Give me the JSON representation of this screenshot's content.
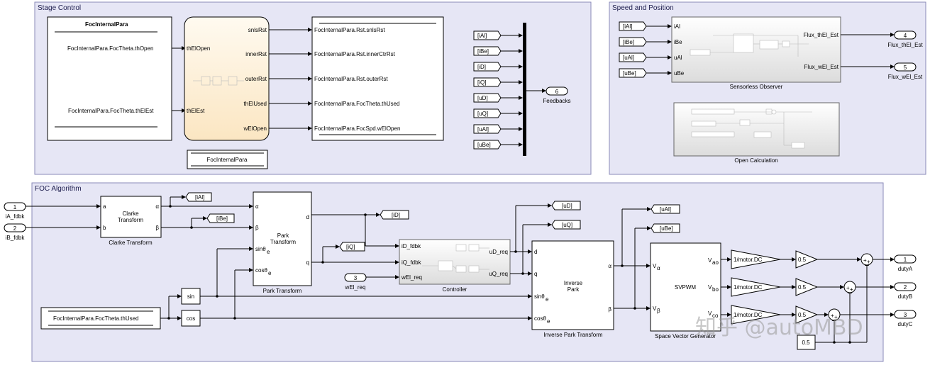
{
  "areas": {
    "stage_control": "Stage Control",
    "speed_position": "Speed and Position",
    "foc_algorithm": "FOC Algorithm"
  },
  "stage": {
    "bus_title": "FocInternalPara",
    "bus_outputs": [
      "FocInternalPara.FocTheta.thOpen",
      "FocInternalPara.FocTheta.thElEst"
    ],
    "chart_inputs": [
      "thElOpen",
      "thElEst"
    ],
    "chart_outputs": [
      "snlsRst",
      "innerRst",
      "outerRst",
      "thElUsed",
      "wElOpen"
    ],
    "assign_fields": [
      "FocInternalPara.Rst.snlsRst",
      "FocInternalPara.Rst.innerCtrRst",
      "FocInternalPara.Rst.outerRst",
      "FocInternalPara.FocTheta.thUsed",
      "FocInternalPara.FocSpd.wElOpen"
    ],
    "store_label": "FocInternalPara",
    "goto_tags": [
      "[iAl]",
      "[iBe]",
      "[iD]",
      "[iQ]",
      "[uD]",
      "[uQ]",
      "[uAl]",
      "[uBe]"
    ],
    "outport_num": "6",
    "outport_label": "Feedbacks"
  },
  "speed": {
    "from_tags": [
      "[iAl]",
      "[iBe]",
      "[uAl]",
      "[uBe]"
    ],
    "observer_inputs": [
      "iAl",
      "iBe",
      "uAl",
      "uBe"
    ],
    "observer_outputs": [
      "Flux_thEl_Est",
      "Flux_wEl_Est"
    ],
    "observer_label": "Sensorless Observer",
    "open_calc_label": "Open Calculation",
    "out_ports": [
      {
        "num": "4",
        "label": "Flux_thEl_Est"
      },
      {
        "num": "5",
        "label": "Flux_wEl_Est"
      }
    ]
  },
  "foc": {
    "in_ports": [
      {
        "num": "1",
        "label": "iA_fdbk"
      },
      {
        "num": "2",
        "label": "iB_fdbk"
      },
      {
        "num": "3",
        "label": "wEl_req"
      }
    ],
    "clarke": {
      "title": "Clarke\nTransform",
      "title1": "Clarke",
      "title2": "Transform",
      "in_a": "a",
      "in_b": "b",
      "out_alpha": "α",
      "out_beta": "β",
      "caption": "Clarke Transform"
    },
    "park": {
      "title1": "Park",
      "title2": "Transform",
      "in_alpha": "α",
      "in_beta": "β",
      "in_sin": "sinθ",
      "in_cos": "cosθ",
      "sub_e": "e",
      "out_d": "d",
      "out_q": "q",
      "caption": "Park Transform"
    },
    "goto_tags": [
      "[iAl]",
      "[iBe]",
      "[iQ]",
      "[iD]",
      "[uD]",
      "[uQ]",
      "[uAl]",
      "[uBe]"
    ],
    "controller": {
      "inputs": [
        "iD_fdbk",
        "iQ_fdbk",
        "wEl_req"
      ],
      "outputs": [
        "uD_req",
        "uQ_req"
      ],
      "caption": "Controller"
    },
    "inv_park": {
      "title1": "Inverse",
      "title2": "Park",
      "in_d": "d",
      "in_q": "q",
      "in_sin": "sinθ",
      "in_cos": "cosθ",
      "sub_e": "e",
      "out_alpha": "α",
      "out_beta": "β",
      "caption": "Inverse Park Transform"
    },
    "svpwm": {
      "title": "SVPWM",
      "in_alpha": "V",
      "sub_alpha": "α",
      "in_beta": "V",
      "sub_beta": "β",
      "outs": [
        "V",
        "V",
        "V"
      ],
      "out_subs": [
        "ao",
        "bo",
        "co"
      ],
      "caption": "Space Vector Generator"
    },
    "theta_used": "FocInternalPara.FocTheta.thUsed",
    "trig": [
      "sin",
      "cos"
    ],
    "gains": [
      "1/motor.DC",
      "1/motor.DC",
      "1/motor.DC"
    ],
    "gains05": [
      "0.5",
      "0.5",
      "0.5"
    ],
    "const": "0.5",
    "sum_sign": "+",
    "out_ports": [
      {
        "num": "1",
        "label": "dutyA"
      },
      {
        "num": "2",
        "label": "dutyB"
      },
      {
        "num": "3",
        "label": "dutyC"
      }
    ]
  },
  "watermark": "知乎 @autoMBD"
}
